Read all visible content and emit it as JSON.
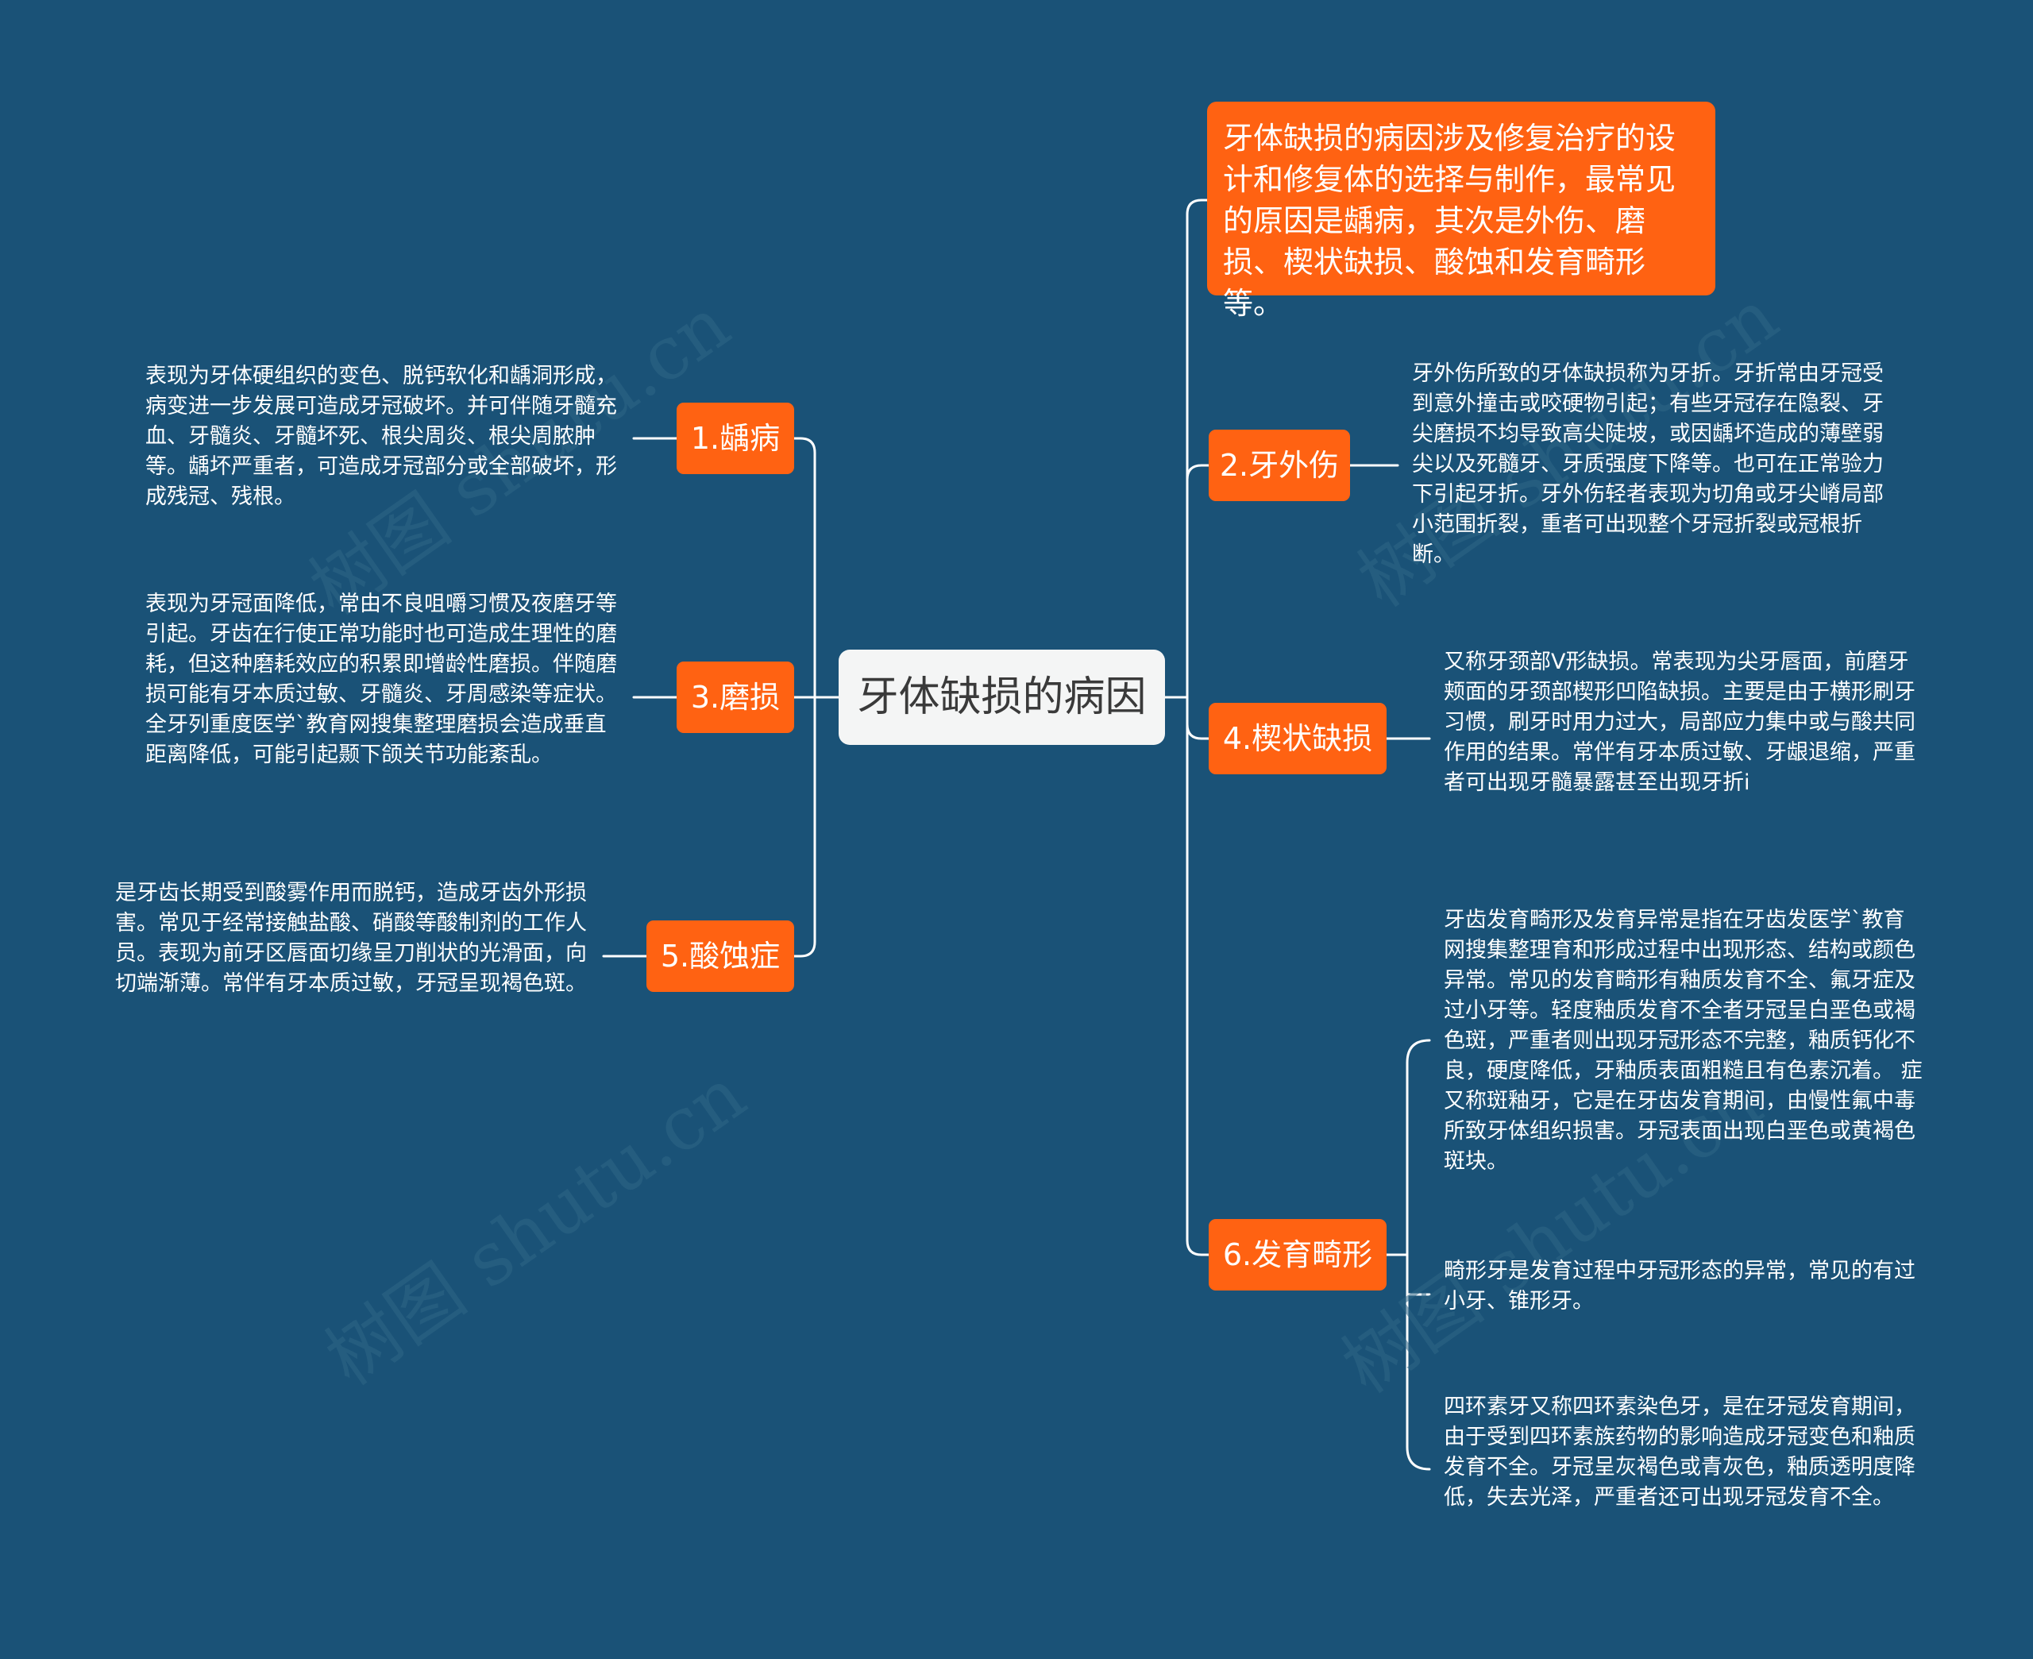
{
  "root": {
    "label": "牙体缺损的病因"
  },
  "summary": "牙体缺损的病因涉及修复治疗的设计和修复体的选择与制作，最常见的原因是龋病，其次是外伤、磨损、楔状缺损、酸蚀和发育畸形等。",
  "branches": {
    "caries": {
      "label": "1.龋病",
      "note": "表现为牙体硬组织的变色、脱钙软化和龋洞形成，病变进一步发展可造成牙冠破坏。并可伴随牙髓充血、牙髓炎、牙髓坏死、根尖周炎、根尖周脓肿等。龋坏严重者，可造成牙冠部分或全部破坏，形成残冠、残根。"
    },
    "trauma": {
      "label": "2.牙外伤",
      "note": "牙外伤所致的牙体缺损称为牙折。牙折常由牙冠受到意外撞击或咬硬物引起；有些牙冠存在隐裂、牙尖磨损不均导致高尖陡坡，或因龋坏造成的薄壁弱尖以及死髓牙、牙质强度下降等。也可在正常验力下引起牙折。牙外伤轻者表现为切角或牙尖嵴局部小范围折裂，重者可出现整个牙冠折裂或冠根折断。"
    },
    "wear": {
      "label": "3.磨损",
      "note": "表现为牙冠面降低，常由不良咀嚼习惯及夜磨牙等引起。牙齿在行使正常功能时也可造成生理性的磨耗，但这种磨耗效应的积累即增龄性磨损。伴随磨损可能有牙本质过敏、牙髓炎、牙周感染等症状。全牙列重度医学`教育网搜集整理磨损会造成垂直距离降低，可能引起颞下颌关节功能紊乱。"
    },
    "wedge": {
      "label": "4.楔状缺损",
      "note": "又称牙颈部V形缺损。常表现为尖牙唇面，前磨牙颊面的牙颈部楔形凹陷缺损。主要是由于横形刷牙习惯，刷牙时用力过大，局部应力集中或与酸共同作用的结果。常伴有牙本质过敏、牙龈退缩，严重者可出现牙髓暴露甚至出现牙折i"
    },
    "erosion": {
      "label": "5.酸蚀症",
      "note": "是牙齿长期受到酸雾作用而脱钙，造成牙齿外形损害。常见于经常接触盐酸、硝酸等酸制剂的工作人员。表现为前牙区唇面切缘呈刀削状的光滑面，向切端渐薄。常伴有牙本质过敏，牙冠呈现褐色斑。"
    },
    "dev": {
      "label": "6.发育畸形",
      "note1": "牙齿发育畸形及发育异常是指在牙齿发医学`教育网搜集整理育和形成过程中出现形态、结构或颜色异常。常见的发育畸形有釉质发育不全、氟牙症及过小牙等。轻度釉质发育不全者牙冠呈白垩色或褐色斑，严重者则出现牙冠形态不完整，釉质钙化不良，硬度降低，牙釉质表面粗糙且有色素沉着。 症又称斑釉牙，它是在牙齿发育期间，由慢性氟中毒所致牙体组织损害。牙冠表面出现白垩色或黄褐色斑块。",
      "note2": "畸形牙是发育过程中牙冠形态的异常，常见的有过小牙、锥形牙。",
      "note3": "四环素牙又称四环素染色牙，是在牙冠发育期间，由于受到四环素族药物的影响造成牙冠变色和釉质发育不全。牙冠呈灰褐色或青灰色，釉质透明度降低，失去光泽，严重者还可出现牙冠发育不全。"
    }
  },
  "watermark": "树图 shutu.cn",
  "colors": {
    "background": "#1a5277",
    "accent": "#ff6212",
    "center": "#f4f5f5"
  }
}
